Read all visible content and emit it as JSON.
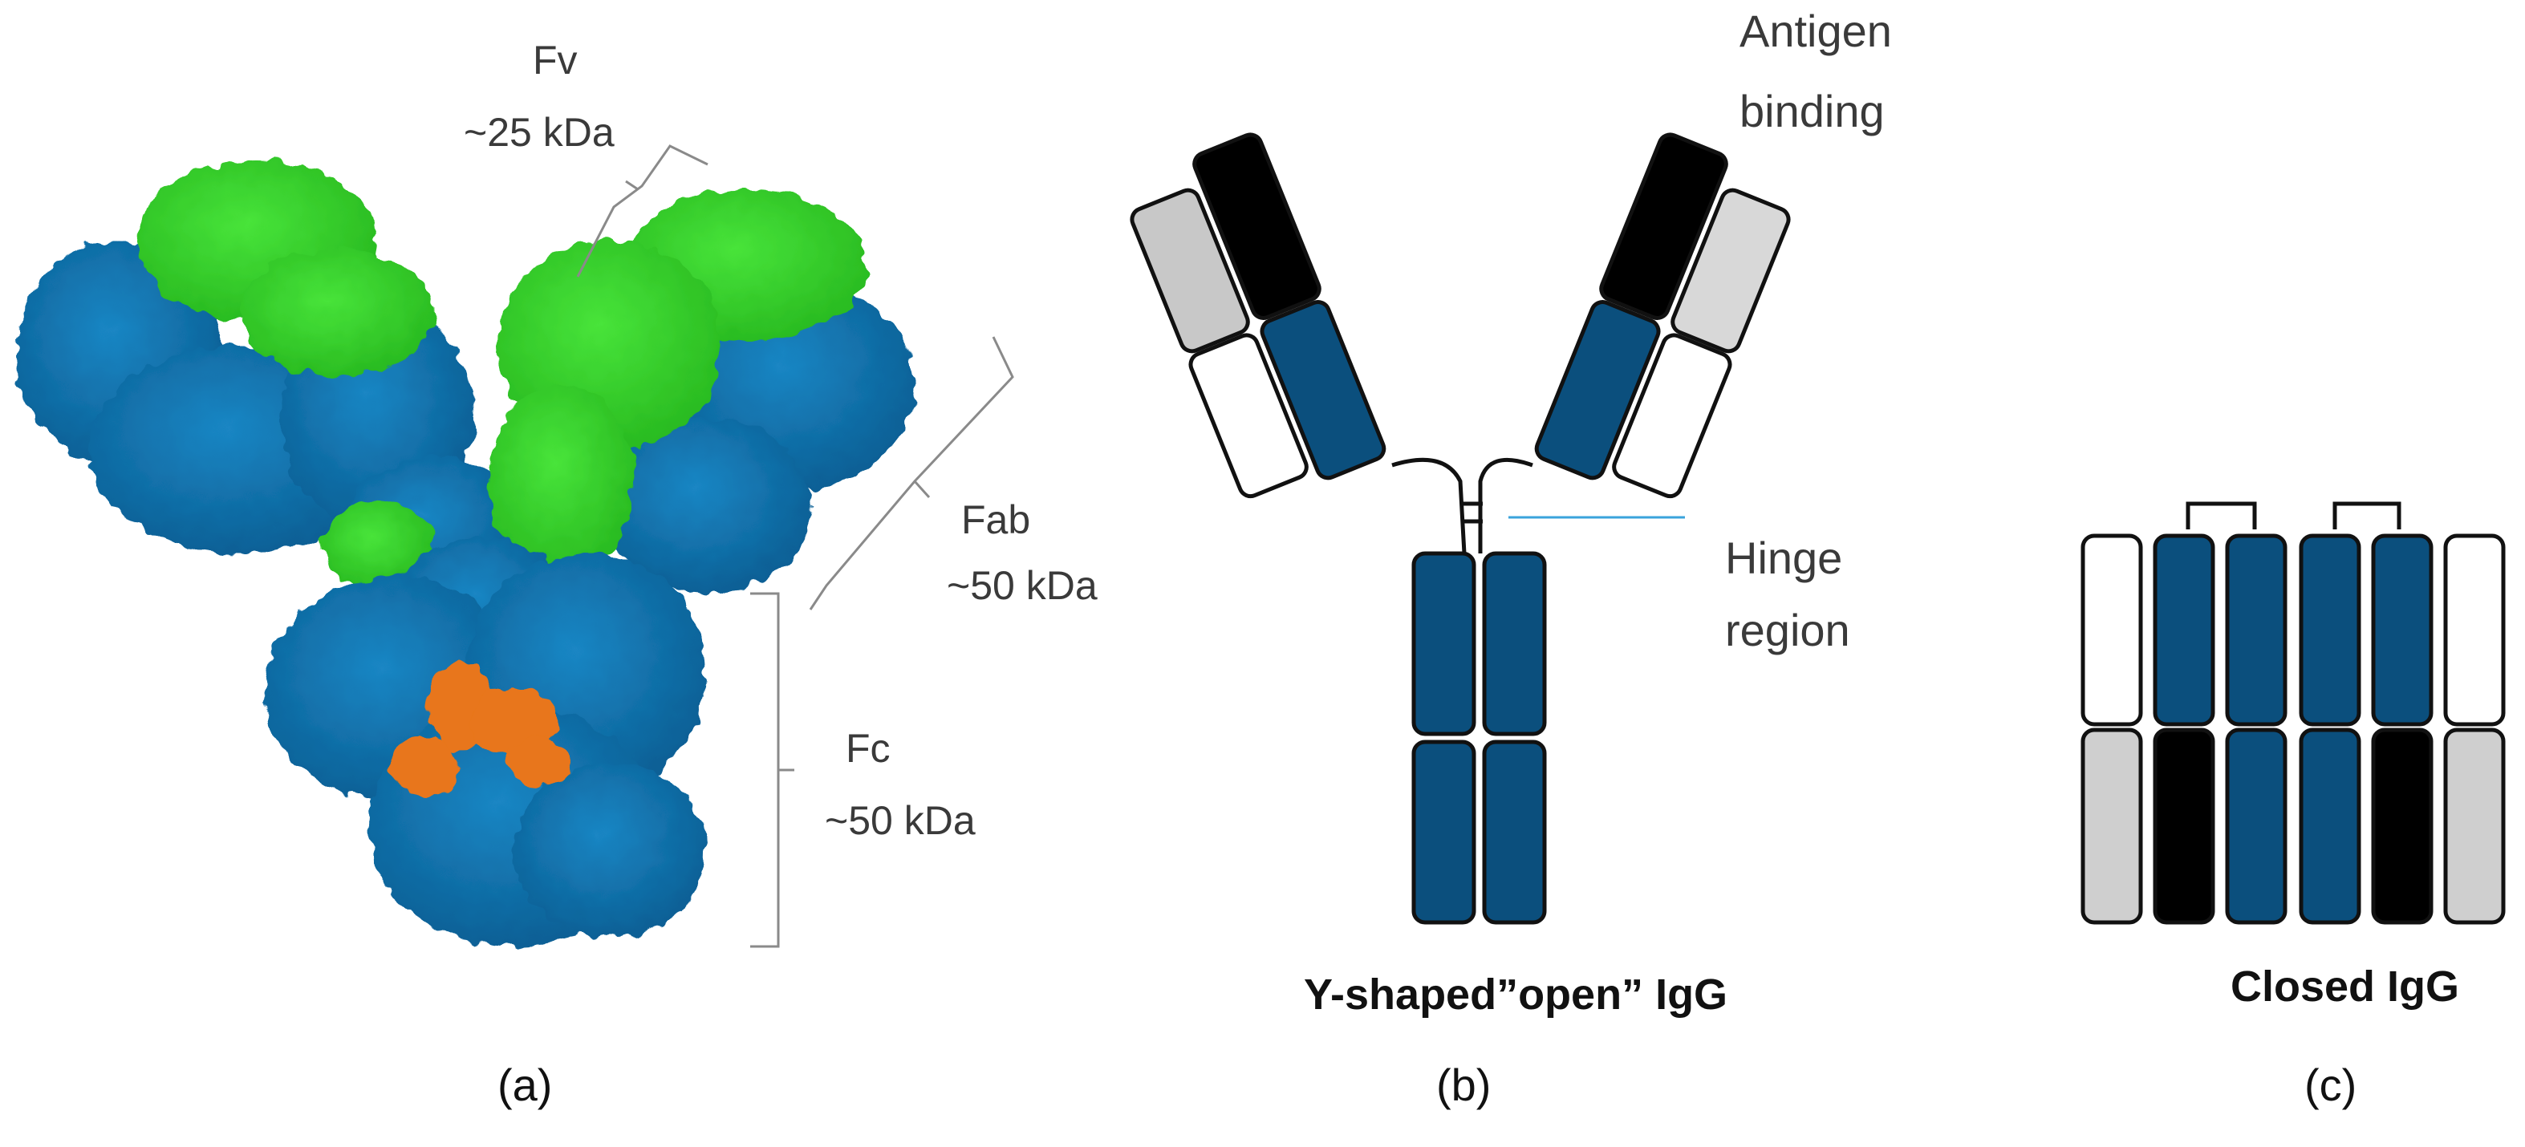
{
  "panel_a": {
    "fv_label": "Fv",
    "fv_mass": "~25 kDa",
    "fab_label": "Fab",
    "fab_mass": "~50 kDa",
    "fc_label": "Fc",
    "fc_mass": "~50 kDa",
    "caption": "(a)"
  },
  "panel_b": {
    "antigen_line1": "Antigen",
    "antigen_line2": "binding",
    "hinge_line1": "Hinge",
    "hinge_line2": "region",
    "title": "Y-shaped”open” IgG",
    "caption": "(b)"
  },
  "panel_c": {
    "title": "Closed IgG",
    "caption": "(c)"
  },
  "colors": {
    "protein_blue": "#0f6fa8",
    "protein_green": "#35d42b",
    "ligand_orange": "#e8761a",
    "domain_blue": "#0b4f7d",
    "domain_black": "#000000",
    "domain_gray": "#c8c8c8",
    "domain_white": "#ffffff",
    "hinge_line": "#3aa3dc"
  }
}
